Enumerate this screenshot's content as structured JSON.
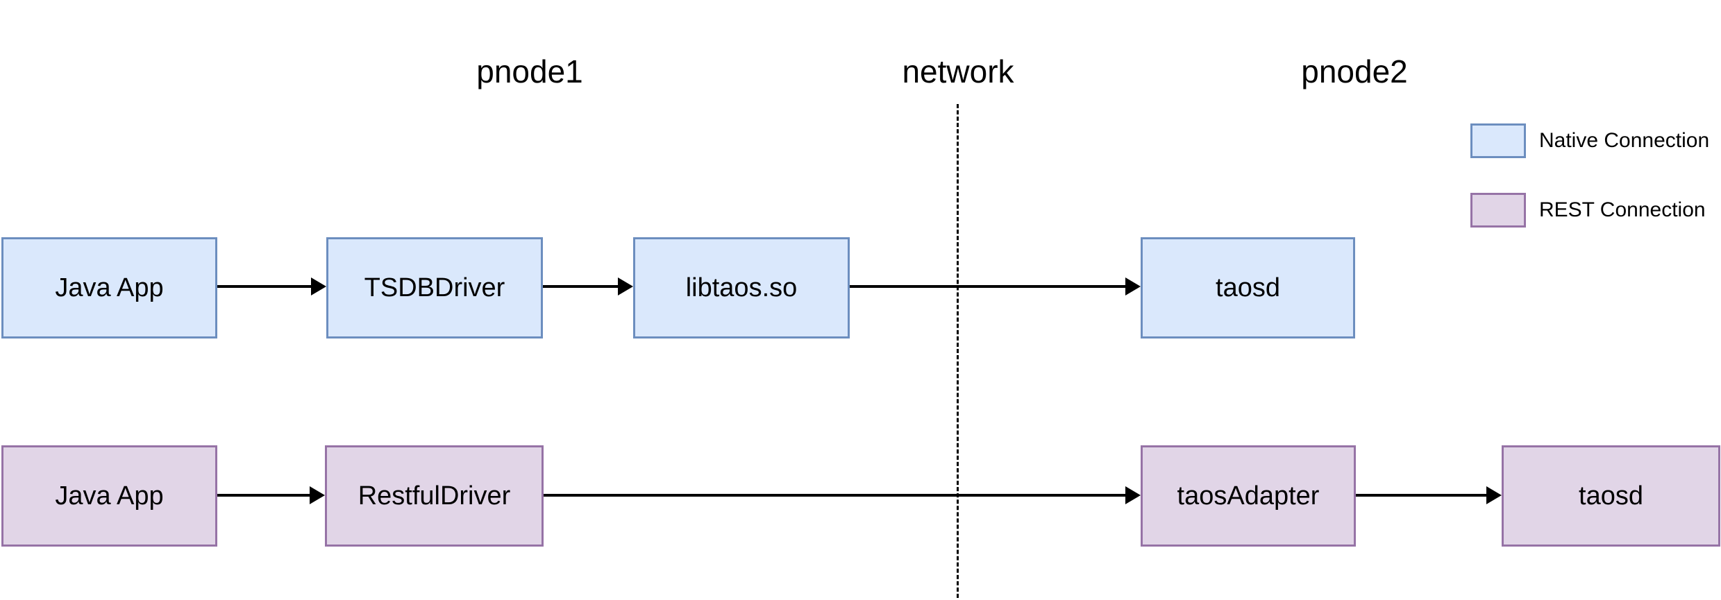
{
  "diagram": {
    "headers": {
      "pnode1": "pnode1",
      "network": "network",
      "pnode2": "pnode2"
    },
    "nodes": [
      {
        "id": "java-app-native",
        "label": "Java App",
        "connection": "native",
        "zone": "pnode1"
      },
      {
        "id": "tsdb-driver",
        "label": "TSDBDriver",
        "connection": "native",
        "zone": "pnode1"
      },
      {
        "id": "libtaos-so",
        "label": "libtaos.so",
        "connection": "native",
        "zone": "pnode1"
      },
      {
        "id": "taosd-native",
        "label": "taosd",
        "connection": "native",
        "zone": "pnode2"
      },
      {
        "id": "java-app-rest",
        "label": "Java App",
        "connection": "rest",
        "zone": "pnode1"
      },
      {
        "id": "restful-driver",
        "label": "RestfulDriver",
        "connection": "rest",
        "zone": "pnode1"
      },
      {
        "id": "taos-adapter",
        "label": "taosAdapter",
        "connection": "rest",
        "zone": "pnode2"
      },
      {
        "id": "taosd-rest",
        "label": "taosd",
        "connection": "rest",
        "zone": "pnode2"
      }
    ],
    "edges": [
      {
        "from": "Java App",
        "to": "TSDBDriver",
        "connection": "native"
      },
      {
        "from": "TSDBDriver",
        "to": "libtaos.so",
        "connection": "native"
      },
      {
        "from": "libtaos.so",
        "to": "taosd",
        "connection": "native",
        "crosses": "network"
      },
      {
        "from": "Java App",
        "to": "RestfulDriver",
        "connection": "rest"
      },
      {
        "from": "RestfulDriver",
        "to": "taosAdapter",
        "connection": "rest",
        "crosses": "network"
      },
      {
        "from": "taosAdapter",
        "to": "taosd",
        "connection": "rest"
      }
    ],
    "legend": {
      "items": [
        {
          "label": "Native Connection",
          "fill": "#dae8fc",
          "border": "#6c8ebf"
        },
        {
          "label": "REST Connection",
          "fill": "#e1d5e7",
          "border": "#9673a6"
        }
      ]
    },
    "colors": {
      "native_fill": "#dae8fc",
      "native_border": "#6c8ebf",
      "rest_fill": "#e1d5e7",
      "rest_border": "#9673a6",
      "line": "#000000",
      "background": "#ffffff"
    }
  }
}
